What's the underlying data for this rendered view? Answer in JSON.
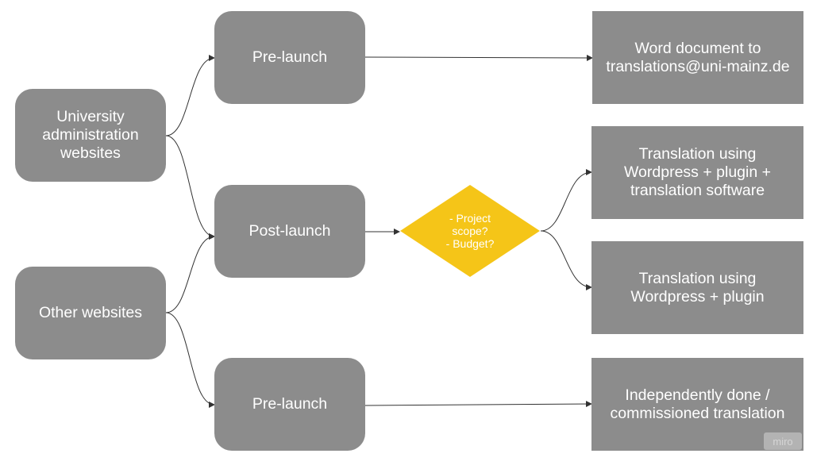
{
  "sources": {
    "university": "University\nadministration\nwebsites",
    "other": "Other websites"
  },
  "phases": {
    "pre_launch_top": "Pre-launch",
    "post_launch": "Post-launch",
    "pre_launch_bottom": "Pre-launch"
  },
  "decision": "- Project\nscope?\n- Budget?",
  "outcomes": {
    "word_doc": "Word document to\ntranslations@uni-mainz.de",
    "wp_plugin_software": "Translation using\nWordpress + plugin +\ntranslation software",
    "wp_plugin": "Translation using\nWordpress + plugin",
    "independent": "Independently done /\ncommissioned translation"
  },
  "watermark": "miro",
  "colors": {
    "box": "#8c8c8c",
    "decision": "#f5c518",
    "text": "#ffffff",
    "connector": "#333333"
  }
}
